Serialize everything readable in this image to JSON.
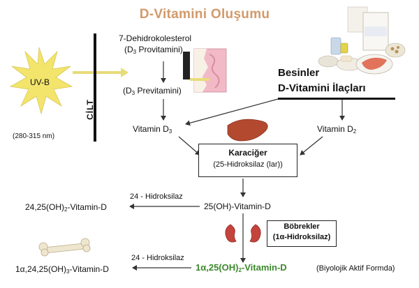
{
  "title": "D-Vitamini Oluşumu",
  "uv": {
    "label": "UV-B",
    "wavelength": "(280-315 nm)"
  },
  "skin": {
    "label": "CİLT"
  },
  "skin_process": {
    "provitamin_name": "7-Dehidrokolesterol",
    "provitamin_label": "(D",
    "provitamin_sub": "3",
    "provitamin_suffix": " Provitamini)",
    "previtamin_label": "(D",
    "previtamin_sub": "3",
    "previtamin_suffix": " Previtamini)"
  },
  "sources": {
    "line1": "Besinler",
    "line2": "D-Vitamini İlaçları"
  },
  "vitamin_d3": {
    "label": "Vitamin D",
    "sub": "3"
  },
  "vitamin_d2": {
    "label": "Vitamin D",
    "sub": "2"
  },
  "liver": {
    "title": "Karaciğer",
    "enzyme": "(25-Hidroksilaz (lar))"
  },
  "calcidiol": {
    "label": "25(OH)-Vitamin-D"
  },
  "hydroxylase_top": {
    "label": "24 - Hidroksilaz"
  },
  "dihydroxy": {
    "prefix": "24,25(OH)",
    "sub": "2",
    "suffix": "-Vitamin-D"
  },
  "kidney": {
    "title": "Böbrekler",
    "enzyme_prefix": "(1",
    "enzyme_alpha": "α",
    "enzyme_suffix": "-Hidroksilaz)"
  },
  "calcitriol": {
    "prefix": "1α,25(OH)",
    "sub": "2",
    "suffix": "-Vitamin-D",
    "note": "(Biyolojik Aktif Formda)"
  },
  "hydroxylase_bottom": {
    "label": "24 - Hidroksilaz"
  },
  "trihydroxy": {
    "prefix": "1α,24,25(OH)",
    "sub": "3",
    "suffix": "-Vitamin-D"
  },
  "colors": {
    "title": "#d29a6a",
    "sun": "#f3e46b",
    "active_form": "#3a8a2a",
    "arrow_uv": "#e8dc7a"
  }
}
